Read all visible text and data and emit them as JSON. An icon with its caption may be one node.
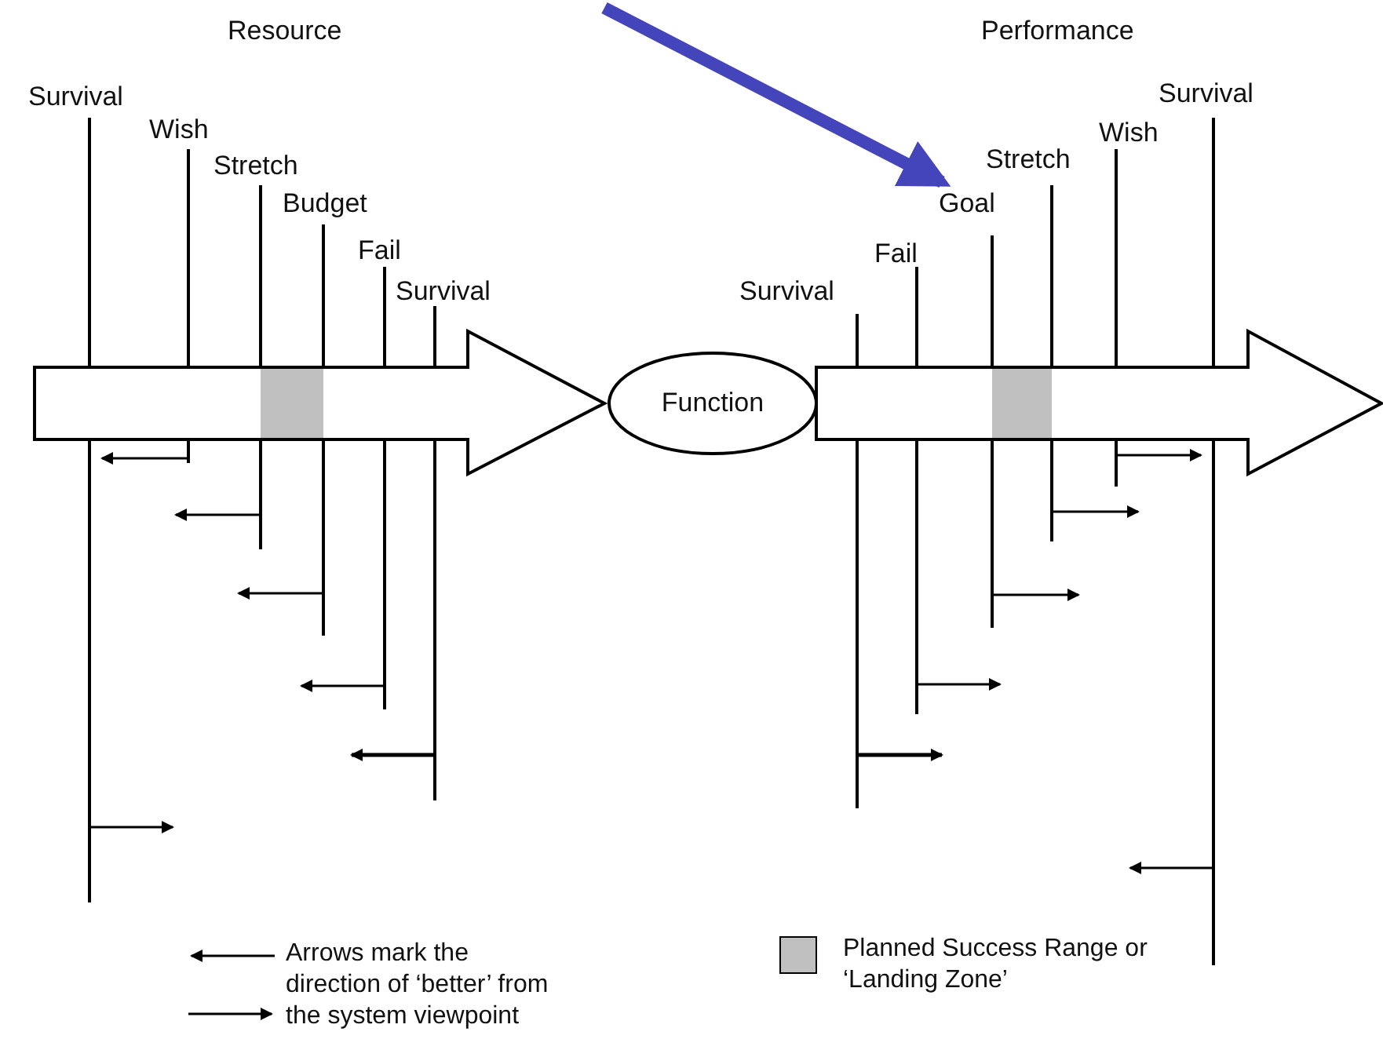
{
  "diagram": {
    "nodes": [
      {
        "text": [],
        "shape": "arrow"
      },
      {
        "text": [
          "Function"
        ]
      },
      {
        "text": [],
        "shape": "arrow"
      },
      {
        "text": [
          "Goal"
        ]
      }
    ],
    "edges": [
      {
        "from": null,
        "to": 3,
        "arrow": "to",
        "color": "#4444bb"
      }
    ],
    "labels": [
      "Resource",
      "Performance",
      "Survival",
      "Wish",
      "Stretch",
      "Budget",
      "Fail",
      "Survival",
      "Survival",
      "Fail",
      "Stretch",
      "Wish",
      "Survival"
    ],
    "legend": [
      {
        "text": "Arrows mark the direction of ‘better’ from the system viewpoint"
      },
      {
        "text": "Planned Success Range or ‘Landing Zone’",
        "color": "#c0c0c0"
      }
    ]
  }
}
